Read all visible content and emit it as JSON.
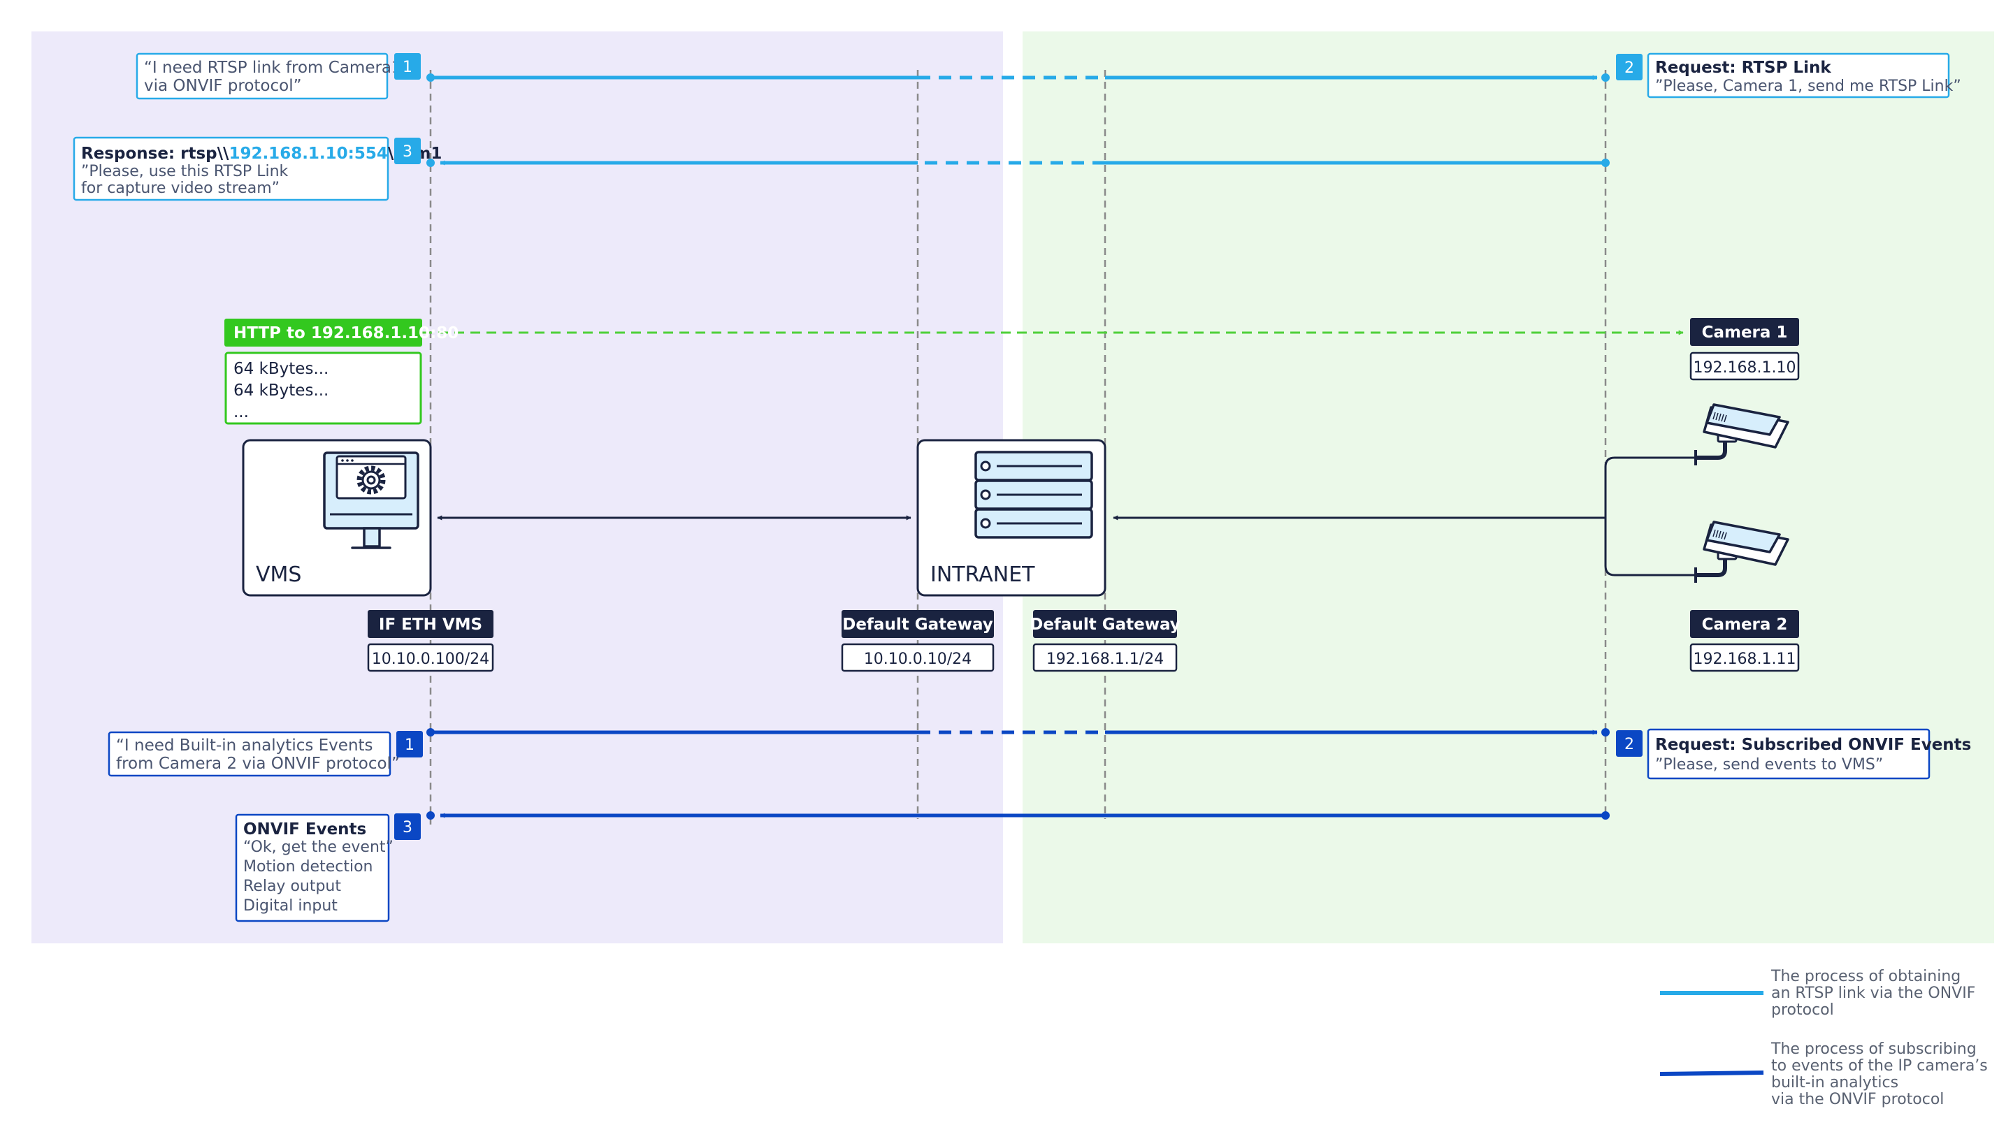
{
  "rtsp_flow": {
    "step1": {
      "num": "1",
      "line1": "“I need RTSP link from Camera1",
      "line2": "via ONVIF  protocol”"
    },
    "step2": {
      "num": "2",
      "title": "Request: RTSP Link",
      "body": "”Please, Camera 1, send me RTSP Link”"
    },
    "step3": {
      "num": "3",
      "title_prefix": "Response: rtsp\\\\",
      "title_ip": "192.168.1.10:554",
      "title_suffix": "\\cam1",
      "body1": "”Please, use this RTSP Link",
      "body2": "for capture video stream”"
    }
  },
  "http_flow": {
    "label": "HTTP to 192.168.1.10:80",
    "lines": [
      "64 kBytes...",
      "64 kBytes...",
      "..."
    ]
  },
  "nodes": {
    "vms": {
      "label": "VMS",
      "iface": "IF ETH VMS",
      "ip": "10.10.0.100/24"
    },
    "intranet": {
      "label": "INTRANET",
      "gw_left": "Default Gateway",
      "gw_left_ip": "10.10.0.10/24",
      "gw_right": "Default Gateway",
      "gw_right_ip": "192.168.1.1/24"
    },
    "camera1": {
      "label": "Camera 1",
      "ip": "192.168.1.10"
    },
    "camera2": {
      "label": "Camera 2",
      "ip": "192.168.1.11"
    }
  },
  "events_flow": {
    "step1": {
      "num": "1",
      "line1": "“I need Built-in analytics  Events",
      "line2": "from Camera 2 via ONVIF protocol”"
    },
    "step2": {
      "num": "2",
      "title": "Request: Subscribed ONVIF Events",
      "body": "”Please, send events to VMS”"
    },
    "step3": {
      "num": "3",
      "title": "ONVIF Events",
      "lines": [
        "“Ok, get the event”",
        "Motion detection",
        "Relay output",
        "Digital input"
      ]
    }
  },
  "legend": {
    "rtsp": [
      "The process of obtaining",
      "an RTSP link via the ONVIF",
      "protocol"
    ],
    "events": [
      "The process of subscribing",
      "to events of the IP camera’s",
      "built-in analytics",
      "via the ONVIF protocol"
    ]
  },
  "colors": {
    "zone_left": "#edeafa",
    "zone_right": "#ebf9e9",
    "rtsp": "#27aae8",
    "events": "#0b47c4",
    "http": "#4fd03a",
    "http_label_bg": "#33c81f",
    "navy": "#1a2340",
    "guide": "#8a8a8a",
    "icon_fill": "#d7eefc"
  }
}
